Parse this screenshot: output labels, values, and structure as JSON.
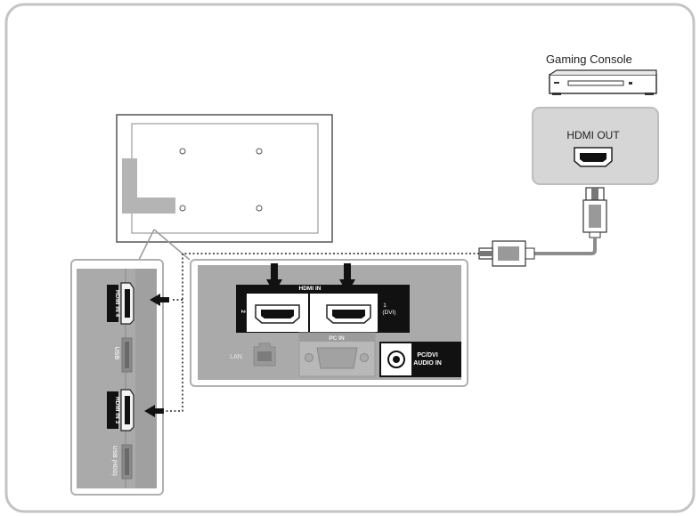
{
  "device": {
    "name": "Gaming Console",
    "output_port_label": "HDMI OUT"
  },
  "rear_panel": {
    "hdmi_in_group_label": "HDMI IN",
    "hdmi_port_2_label": "2",
    "hdmi_port_1_label": "1",
    "hdmi_port_1_sub": "(DVI)",
    "pc_in_label": "PC IN",
    "lan_label": "LAN",
    "audio_label_line1": "PC/DVI",
    "audio_label_line2": "AUDIO IN"
  },
  "side_panel": {
    "port_a_label": "HDMI IN 4",
    "port_b_label": "USB",
    "port_c_label": "HDMI IN 3",
    "port_d_label": "USB (HDD)"
  },
  "colors": {
    "frame_border": "#bdbdbd",
    "panel_gray": "#aaaaaa",
    "port_black": "#111111",
    "cable_gray": "#8c8c8c"
  }
}
